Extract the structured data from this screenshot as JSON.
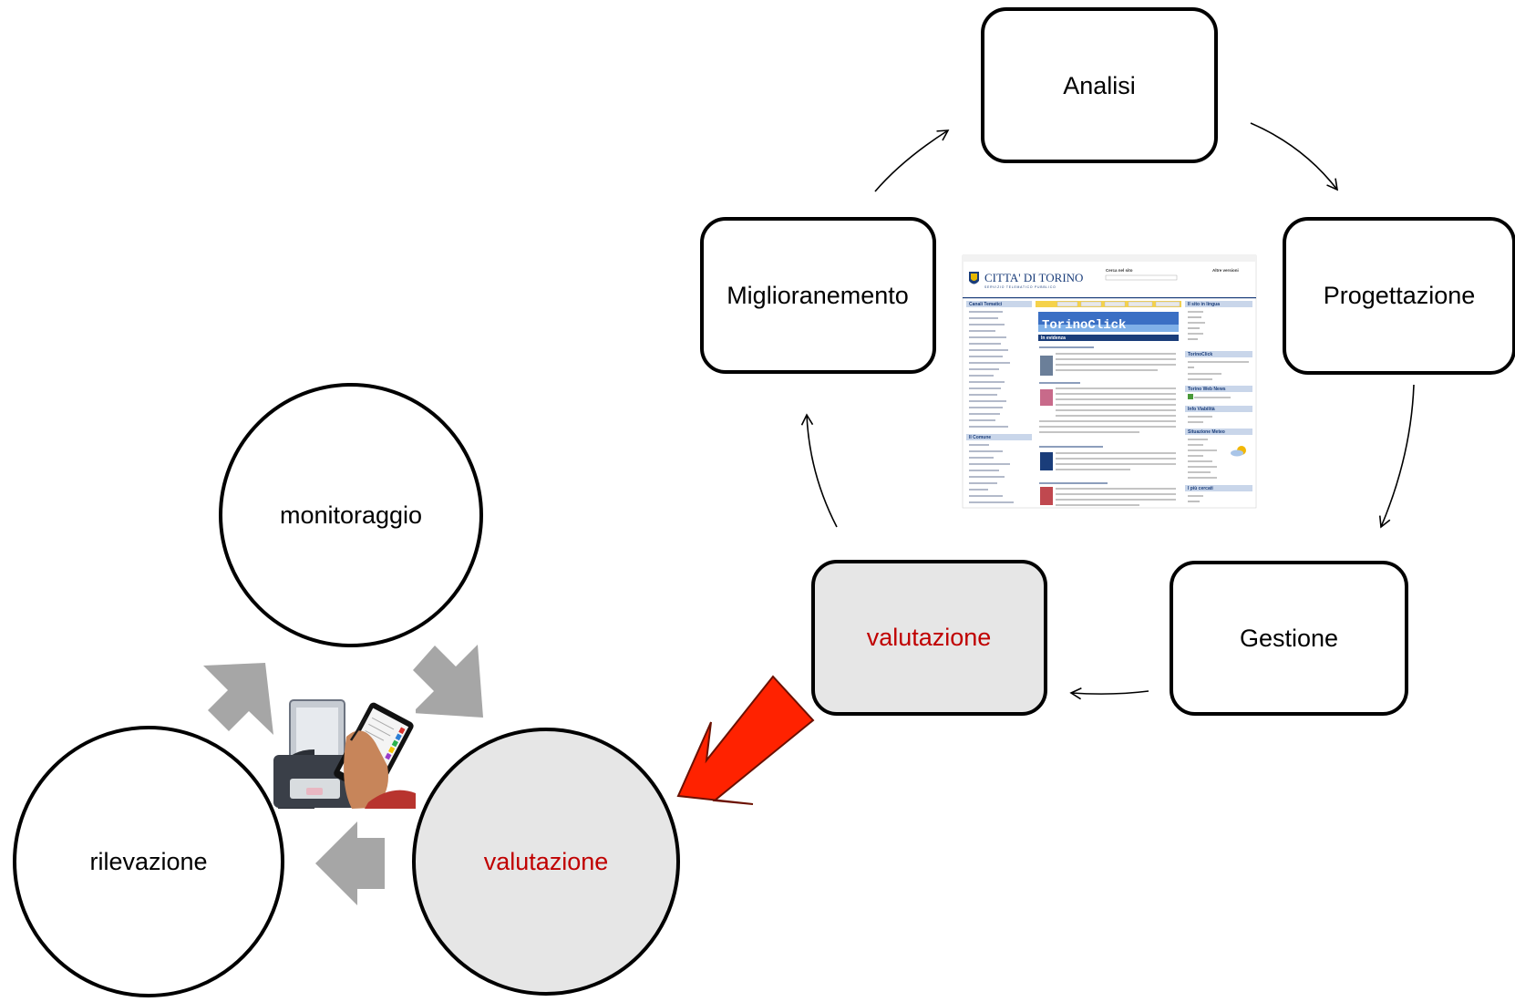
{
  "cycle": {
    "analisi": "Analisi",
    "progettazione": "Progettazione",
    "gestione": "Gestione",
    "valutazione": "valutazione",
    "miglioramento": "Miglioranemento"
  },
  "circles": {
    "monitoraggio": "monitoraggio",
    "rilevazione": "rilevazione",
    "valutazione": "valutazione"
  },
  "website": {
    "logo_text": "CITTA' DI TORINO",
    "logo_sub": "SERVIZIO TELEMATICO PUBBLICO",
    "banner": "TorinoClick",
    "in_evidenza": "In evidenza",
    "canali_tematici": "Canali Tematici",
    "il_comune": "Il Comune",
    "cerca": "Cerca nel sito",
    "altre_versioni": "Altre versioni",
    "il_sito_in_lingua": "Il sito in lingua",
    "torinoclick": "TorinoClick",
    "torino_web_news": "Torino Web News",
    "info_viabilita": "Info Viabilità",
    "situazione_meteo": "Situazione Meteo",
    "i_piu_cercati": "I più cercati"
  },
  "colors": {
    "highlight_text": "#c00000",
    "highlight_fill": "#e6e6e6",
    "big_arrow": "#ff2200",
    "grey_arrow": "#a6a6a6"
  }
}
